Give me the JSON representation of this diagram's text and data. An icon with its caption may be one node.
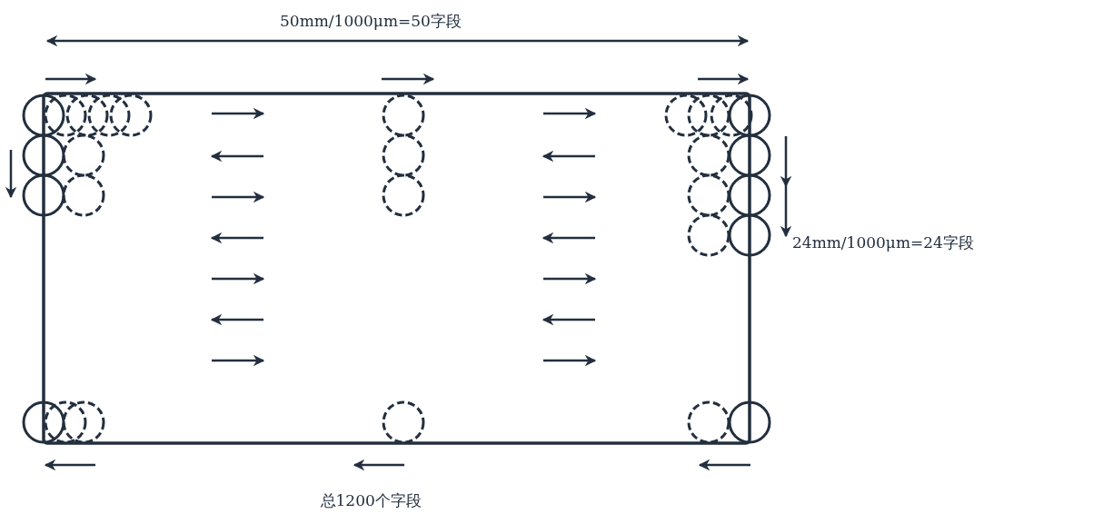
{
  "diagram": {
    "labels": [
      "50mm/1000μm=50字段",
      "24mm/1000μm=24字段",
      "总1200个字段"
    ]
  }
}
